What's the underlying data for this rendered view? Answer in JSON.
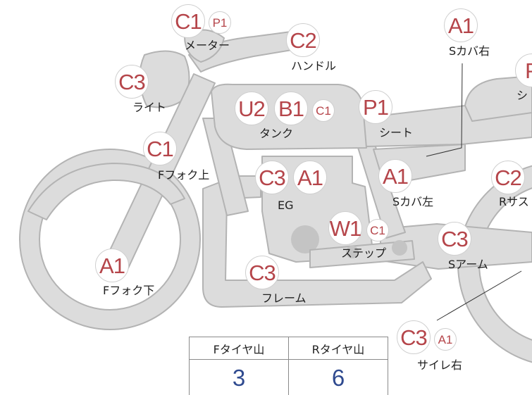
{
  "colors": {
    "part_fill": "#dcdcdc",
    "part_stroke": "#b3b3b3",
    "grade_text": "#b5454a",
    "tread_value": "#2f4a8f"
  },
  "grades": {
    "meter_c1": "C1",
    "meter_p1": "P1",
    "handle_c2": "C2",
    "light_c3": "C3",
    "tank_u2": "U2",
    "tank_b1": "B1",
    "tank_c1": "C1",
    "seat_p1": "P1",
    "scover_right_a1": "A1",
    "rear_p": "P",
    "ffork_upper_c1": "C1",
    "eg_c3": "C3",
    "eg_a1": "A1",
    "scover_left_a1": "A1",
    "rsus_c2": "C2",
    "step_w1": "W1",
    "step_c1": "C1",
    "sarm_c3": "C3",
    "ffork_lower_a1": "A1",
    "frame_c3": "C3",
    "side_right_c3": "C3",
    "side_right_a1": "A1"
  },
  "labels": {
    "meter": "メーター",
    "handle": "ハンドル",
    "light": "ライト",
    "tank": "タンク",
    "seat": "シート",
    "scover_right": "Sカバ右",
    "rear_cut": "シ",
    "ffork_upper": "Fフォク上",
    "eg": "EG",
    "scover_left": "Sカバ左",
    "rsus": "Rサス",
    "step": "ステップ",
    "sarm": "Sアーム",
    "ffork_lower": "Fフォク下",
    "frame": "フレーム",
    "side_right": "サイレ右"
  },
  "tread": {
    "headers": [
      "Fタイヤ山",
      "Rタイヤ山"
    ],
    "values": [
      "3",
      "6"
    ]
  }
}
